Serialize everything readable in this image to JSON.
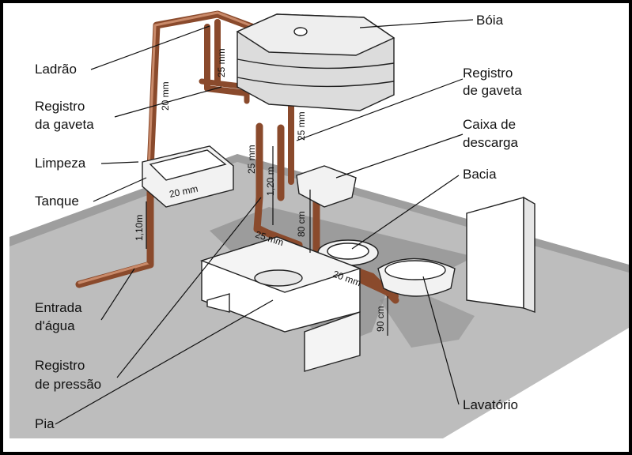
{
  "labels": {
    "boia": "Bóia",
    "ladrao": "Ladrão",
    "registro_gaveta_top": [
      "Registro",
      "de gaveta"
    ],
    "registro_gaveta_left": [
      "Registro",
      "da gaveta"
    ],
    "caixa_descarga": [
      "Caixa de",
      "descarga"
    ],
    "limpeza": "Limpeza",
    "bacia": "Bacia",
    "tanque": "Tanque",
    "entrada_agua": [
      "Entrada",
      "d'água"
    ],
    "registro_pressao": [
      "Registro",
      "de pressão"
    ],
    "pia": "Pia",
    "lavatorio": "Lavatório"
  },
  "dimensions": {
    "d25_top": "25 mm",
    "d20_left": "20 mm",
    "d25_right": "25 mm",
    "d25_mid": "25 mm",
    "h120": "1,20 m",
    "d20_tank": "20 mm",
    "h110": "1,10m",
    "h80": "80 cm",
    "d25_floor": "25 mm",
    "d20_floor": "20 mm",
    "h90": "90 cm"
  },
  "colors": {
    "pipe": "#8a4a2c",
    "floor": "#b8b8b8",
    "floor_dark": "#8f8f8f",
    "background": "#ffffff",
    "frame": "#000000"
  }
}
